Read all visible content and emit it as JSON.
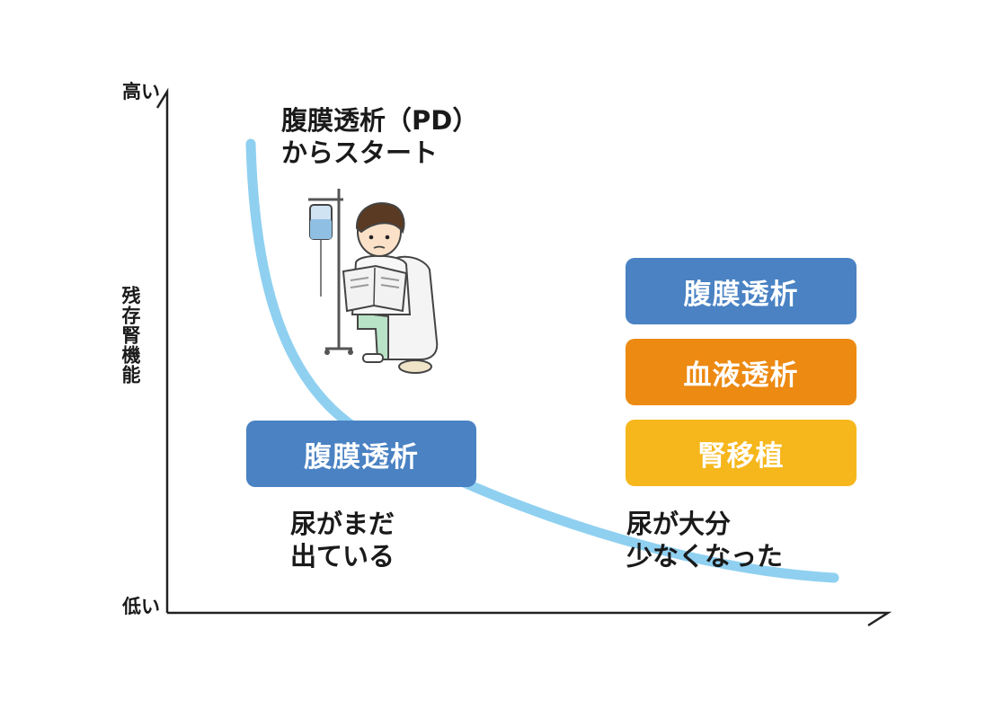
{
  "axis": {
    "y_top": "高い",
    "y_label": "残存腎機能",
    "y_bottom": "低い"
  },
  "annotations": {
    "start": "腹膜透析（PD）\nからスタート",
    "still_urine": "尿がまだ\n出ている",
    "less_urine": "尿が大分\n少なくなった"
  },
  "boxes": {
    "left_pd": {
      "label": "腹膜透析",
      "color": "#4a82c3"
    },
    "right_pd": {
      "label": "腹膜透析",
      "color": "#4a82c3"
    },
    "hd": {
      "label": "血液透析",
      "color": "#ec8a12"
    },
    "kt": {
      "label": "腎移植",
      "color": "#f6b71c"
    }
  },
  "curve_color": "#8fd0f0",
  "illustration": "patient-reading-in-chair-with-iv-stand"
}
